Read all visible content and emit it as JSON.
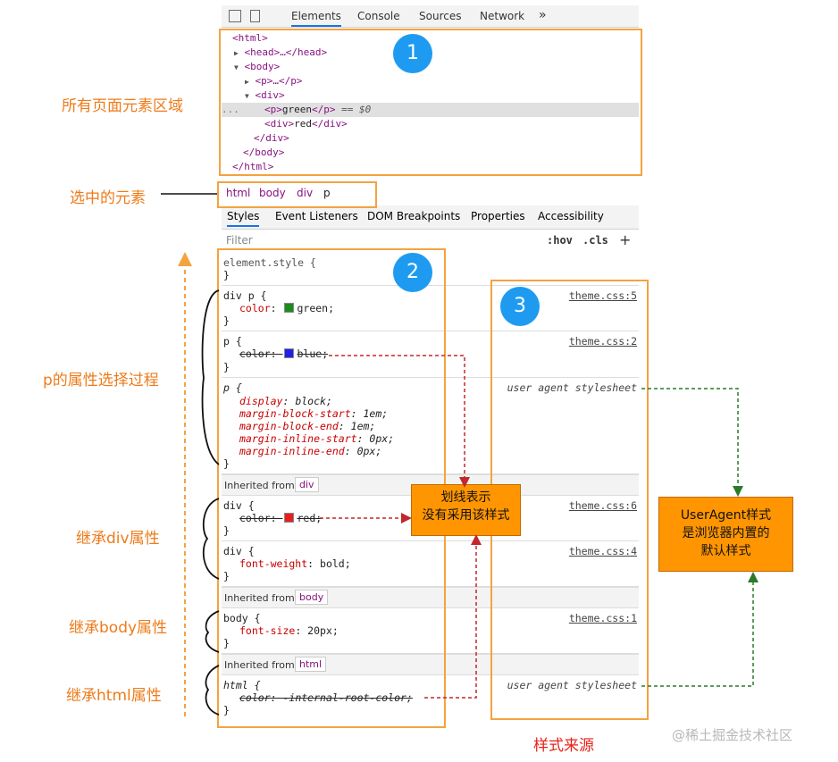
{
  "toolbar": {
    "tabs": [
      "Elements",
      "Console",
      "Sources",
      "Network"
    ],
    "more": "»"
  },
  "tree": {
    "lines": [
      "<html>",
      "<head>…</head>",
      "<body>",
      "<p>…</p>",
      "<div>",
      "<p>green</p>",
      "<div>red</div>",
      "</div>",
      "</body>",
      "</html>"
    ],
    "selected_suffix": "== $0",
    "dots": "..."
  },
  "breadcrumb": [
    "html",
    "body",
    "div",
    "p"
  ],
  "subtabs": [
    "Styles",
    "Event Listeners",
    "DOM Breakpoints",
    "Properties",
    "Accessibility"
  ],
  "filter": {
    "placeholder": "Filter",
    "hov": ":hov",
    "cls": ".cls",
    "add": "+"
  },
  "rules": {
    "element_style": "element.style {",
    "close": "}",
    "div_p": {
      "selector": "div p {",
      "source": "theme.css:5",
      "prop": "color",
      "value": "green"
    },
    "p_blue": {
      "selector": "p {",
      "source": "theme.css:2",
      "prop": "color",
      "value": "blue"
    },
    "p_ua": {
      "selector": "p {",
      "source": "user agent stylesheet",
      "decls": [
        [
          "display",
          "block;"
        ],
        [
          "margin-block-start",
          "1em;"
        ],
        [
          "margin-block-end",
          "1em;"
        ],
        [
          "margin-inline-start",
          "0px;"
        ],
        [
          "margin-inline-end",
          "0px;"
        ]
      ]
    },
    "inherited_label": "Inherited from",
    "inherit_div": "div",
    "div_red": {
      "selector": "div {",
      "source": "theme.css:6",
      "prop": "color",
      "value": "red"
    },
    "div_bold": {
      "selector": "div {",
      "source": "theme.css:4",
      "prop": "font-weight",
      "value": "bold;"
    },
    "inherit_body": "body",
    "body_rule": {
      "selector": "body {",
      "source": "theme.css:1",
      "prop": "font-size",
      "value": "20px;"
    },
    "inherit_html": "html",
    "html_rule": {
      "selector": "html {",
      "source": "user agent stylesheet",
      "prop": "color",
      "value": "-internal-root-color;"
    }
  },
  "annotations": {
    "badges": [
      "1",
      "2",
      "3"
    ],
    "all_elements": "所有页面元素区域",
    "selected_element": "选中的元素",
    "p_process": "p的属性选择过程",
    "inherit_div": "继承div属性",
    "inherit_body": "继承body属性",
    "inherit_html": "继承html属性",
    "style_source": "样式来源",
    "strike_note": [
      "划线表示",
      "没有采用该样式"
    ],
    "ua_note": [
      "UserAgent样式",
      "是浏览器内置的",
      "默认样式"
    ],
    "watermark": "@稀土掘金技术社区"
  },
  "colors": {
    "accent_orange": "#f4a340",
    "badge_blue": "#1e9bf0",
    "callout_bg": "#ff9500",
    "tag_purple": "#881280",
    "prop_red": "#c80000",
    "swatch_green": "#1c8c1c",
    "swatch_blue": "#2020e8",
    "swatch_red": "#e81e1e"
  }
}
